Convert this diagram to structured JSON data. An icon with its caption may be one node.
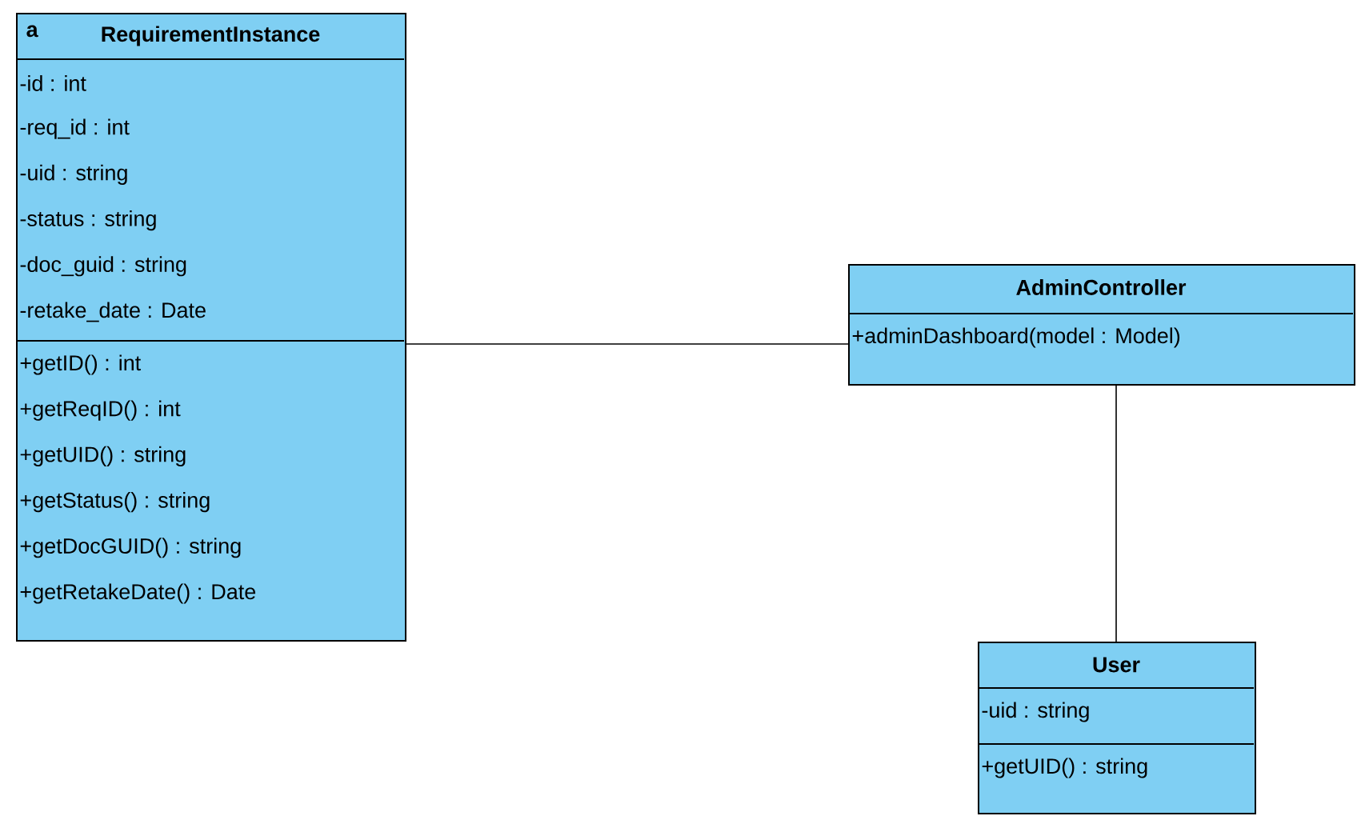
{
  "diagram": {
    "nodes": [
      {
        "text": [
          "RequirementInstance"
        ]
      },
      {
        "text": [
          "-id : int",
          "-req_id : int",
          "-uid : string",
          "-status : string",
          "-doc_guid : string",
          "-retake_date : Date"
        ],
        "in": 0
      },
      {
        "text": [
          "+getID() : int",
          "+getReqID() : int",
          "+getUID() : string",
          "+getStatus() : string",
          "+getDocGUID() : string",
          "+getRetakeDate() : Date"
        ],
        "in": 0
      },
      {
        "text": [
          "AdminController"
        ]
      },
      {
        "text": [
          "+adminDashboard(model : Model)"
        ],
        "in": 3
      },
      {
        "text": [
          "User"
        ]
      },
      {
        "text": [
          "-uid : string"
        ],
        "in": 5
      },
      {
        "text": [
          "+getUID() : string"
        ],
        "in": 5
      }
    ],
    "edges": [
      {
        "from": 0,
        "to": 3,
        "arrow": "none"
      },
      {
        "from": 3,
        "to": 5,
        "arrow": "none"
      }
    ],
    "labels": [
      "a"
    ]
  }
}
